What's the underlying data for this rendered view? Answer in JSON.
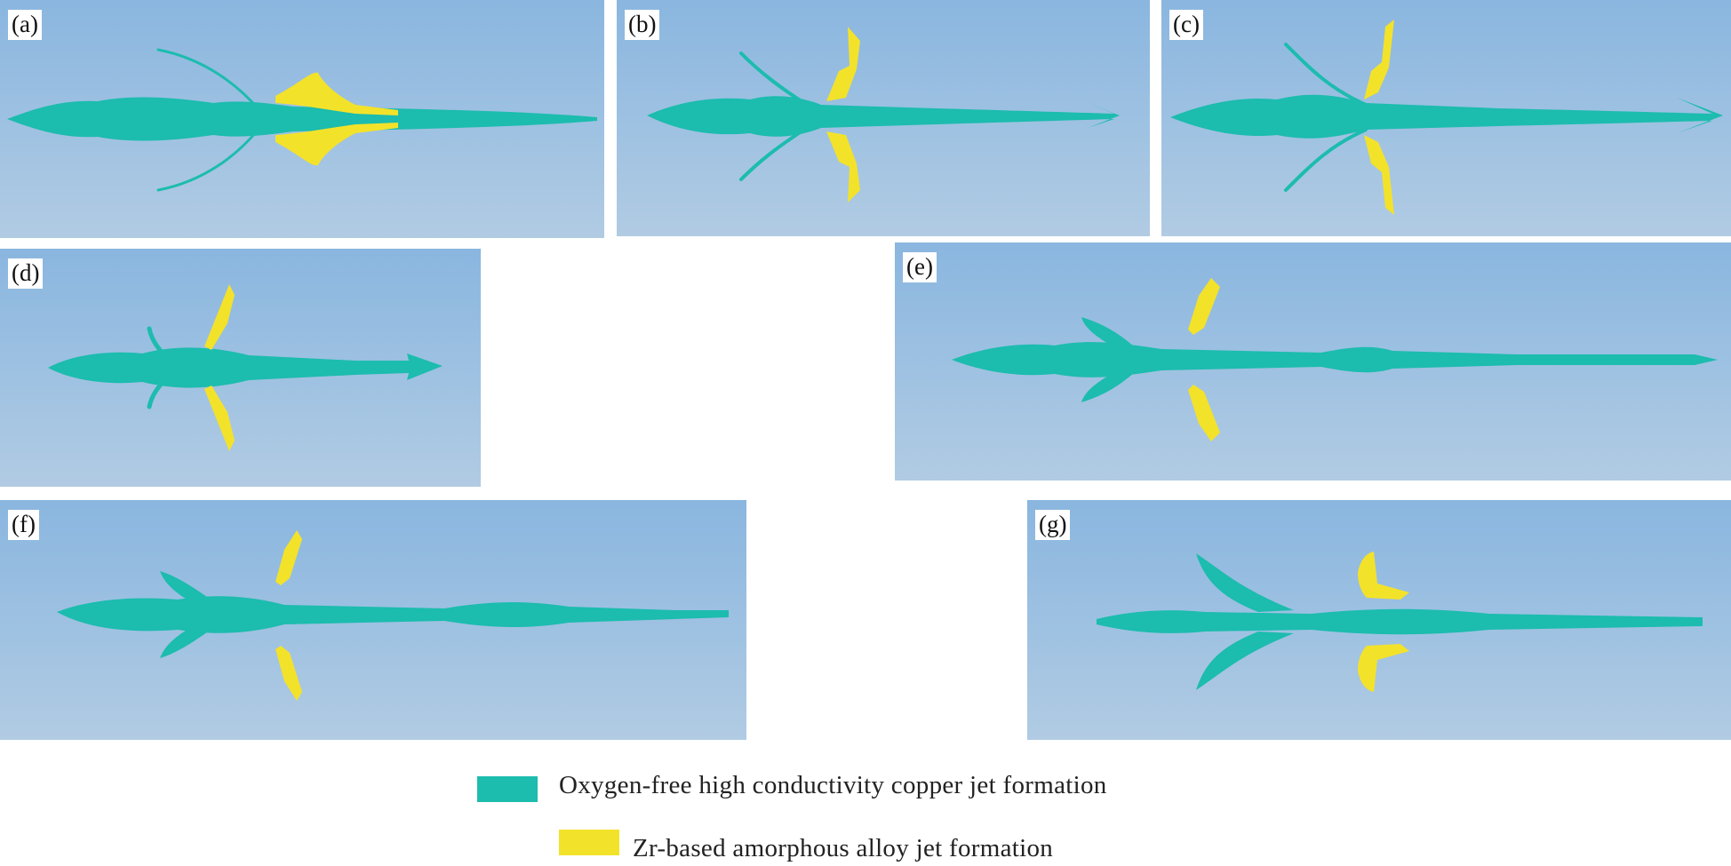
{
  "panels": [
    {
      "label": "(a)"
    },
    {
      "label": "(b)"
    },
    {
      "label": "(c)"
    },
    {
      "label": "(d)"
    },
    {
      "label": "(e)"
    },
    {
      "label": "(f)"
    },
    {
      "label": "(g)"
    }
  ],
  "legend": {
    "copper": {
      "label": "Oxygen-free high conductivity copper jet formation",
      "color": "#1cbcae"
    },
    "zr": {
      "label": "Zr-based amorphous alloy jet formation",
      "color": "#f3e22a"
    }
  },
  "colors": {
    "background_top": "#8ab6df",
    "background_bottom": "#b1cbe3"
  }
}
